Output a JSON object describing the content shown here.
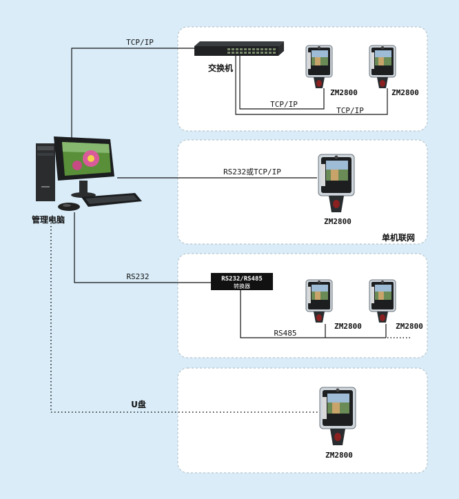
{
  "pc_label": "管理电脑",
  "group1": {
    "link_label": "TCP/IP",
    "switch_label": "交换机",
    "sub_link1": "TCP/IP",
    "sub_link2": "TCP/IP",
    "device1": "ZM2800",
    "device2": "ZM2800"
  },
  "group2": {
    "link_label": "RS232或TCP/IP",
    "device": "ZM2800",
    "caption": "单机联网"
  },
  "group3": {
    "link_label": "RS232",
    "converter_line1": "RS232/RS485",
    "converter_line2": "转换器",
    "bus_label": "RS485",
    "device1": "ZM2800",
    "device2": "ZM2800"
  },
  "group4": {
    "link_label": "U盘",
    "device": "ZM2800"
  },
  "colors": {
    "background": "#d9ecf8",
    "panel": "#ffffff",
    "panel_border": "#b8c4cc",
    "line": "#111111"
  }
}
